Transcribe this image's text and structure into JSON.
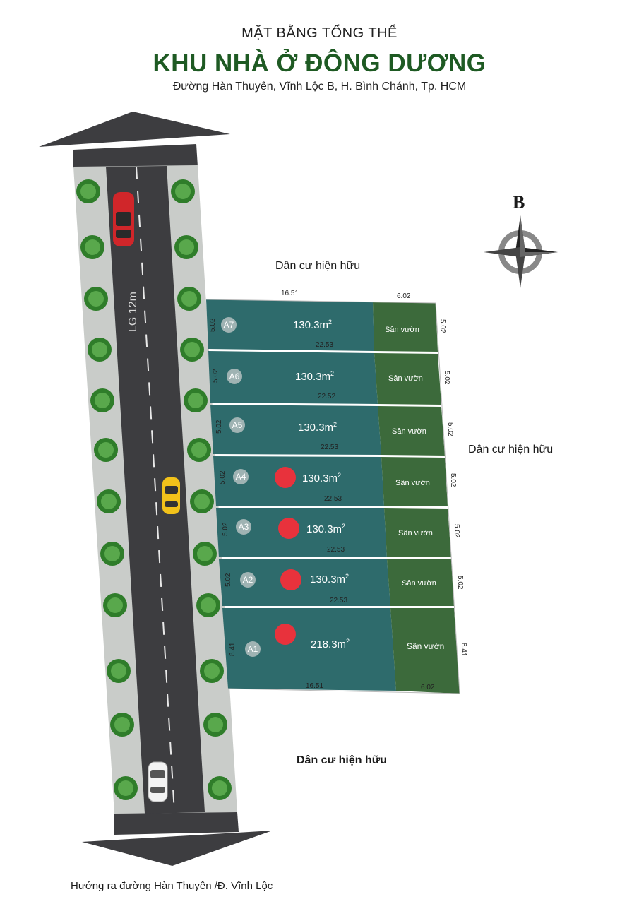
{
  "header": {
    "subtitle": "MẶT BẰNG TỔNG THỂ",
    "title": "KHU NHÀ Ở ĐÔNG DƯƠNG",
    "address": "Đường Hàn Thuyên, Vĩnh Lộc B, H. Bình Chánh, Tp. HCM"
  },
  "road": {
    "label": "LG 12m"
  },
  "compass": {
    "north_label": "B"
  },
  "neighbors": {
    "top": "Dân cư hiện hữu",
    "right": "Dân cư hiện hữu",
    "bottom": "Dân cư hiện hữu"
  },
  "footer": {
    "direction": "Hướng ra đường Hàn Thuyên /Đ. Vĩnh Lộc"
  },
  "garden_label": "Sân vườn",
  "colors": {
    "lot": "#2e6b6c",
    "garden": "#3c6a3b",
    "title": "#1e5a23",
    "marker": "#e8323c",
    "road": "#3d3d40"
  },
  "lots": [
    {
      "id": "A7",
      "area": "130.3",
      "unit": "m",
      "width": "5.02",
      "depth": "22.53",
      "sold": false
    },
    {
      "id": "A6",
      "area": "130.3",
      "unit": "m",
      "width": "5.02",
      "depth": "22.52",
      "sold": false
    },
    {
      "id": "A5",
      "area": "130.3",
      "unit": "m",
      "width": "5.02",
      "depth": "22.53",
      "sold": false
    },
    {
      "id": "A4",
      "area": "130.3",
      "unit": "m",
      "width": "5.02",
      "depth": "22.53",
      "sold": true
    },
    {
      "id": "A3",
      "area": "130.3",
      "unit": "m",
      "width": "5.02",
      "depth": "22.53",
      "sold": true
    },
    {
      "id": "A2",
      "area": "130.3",
      "unit": "m",
      "width": "5.02",
      "depth": "22.53",
      "sold": true
    },
    {
      "id": "A1",
      "area": "218.3",
      "unit": "m",
      "width": "8.41",
      "depth": "",
      "sold": true
    }
  ],
  "top_dims": {
    "house": "16.51",
    "garden": "6.02"
  },
  "bottom_dims": {
    "house": "16.51",
    "garden": "6.02"
  }
}
